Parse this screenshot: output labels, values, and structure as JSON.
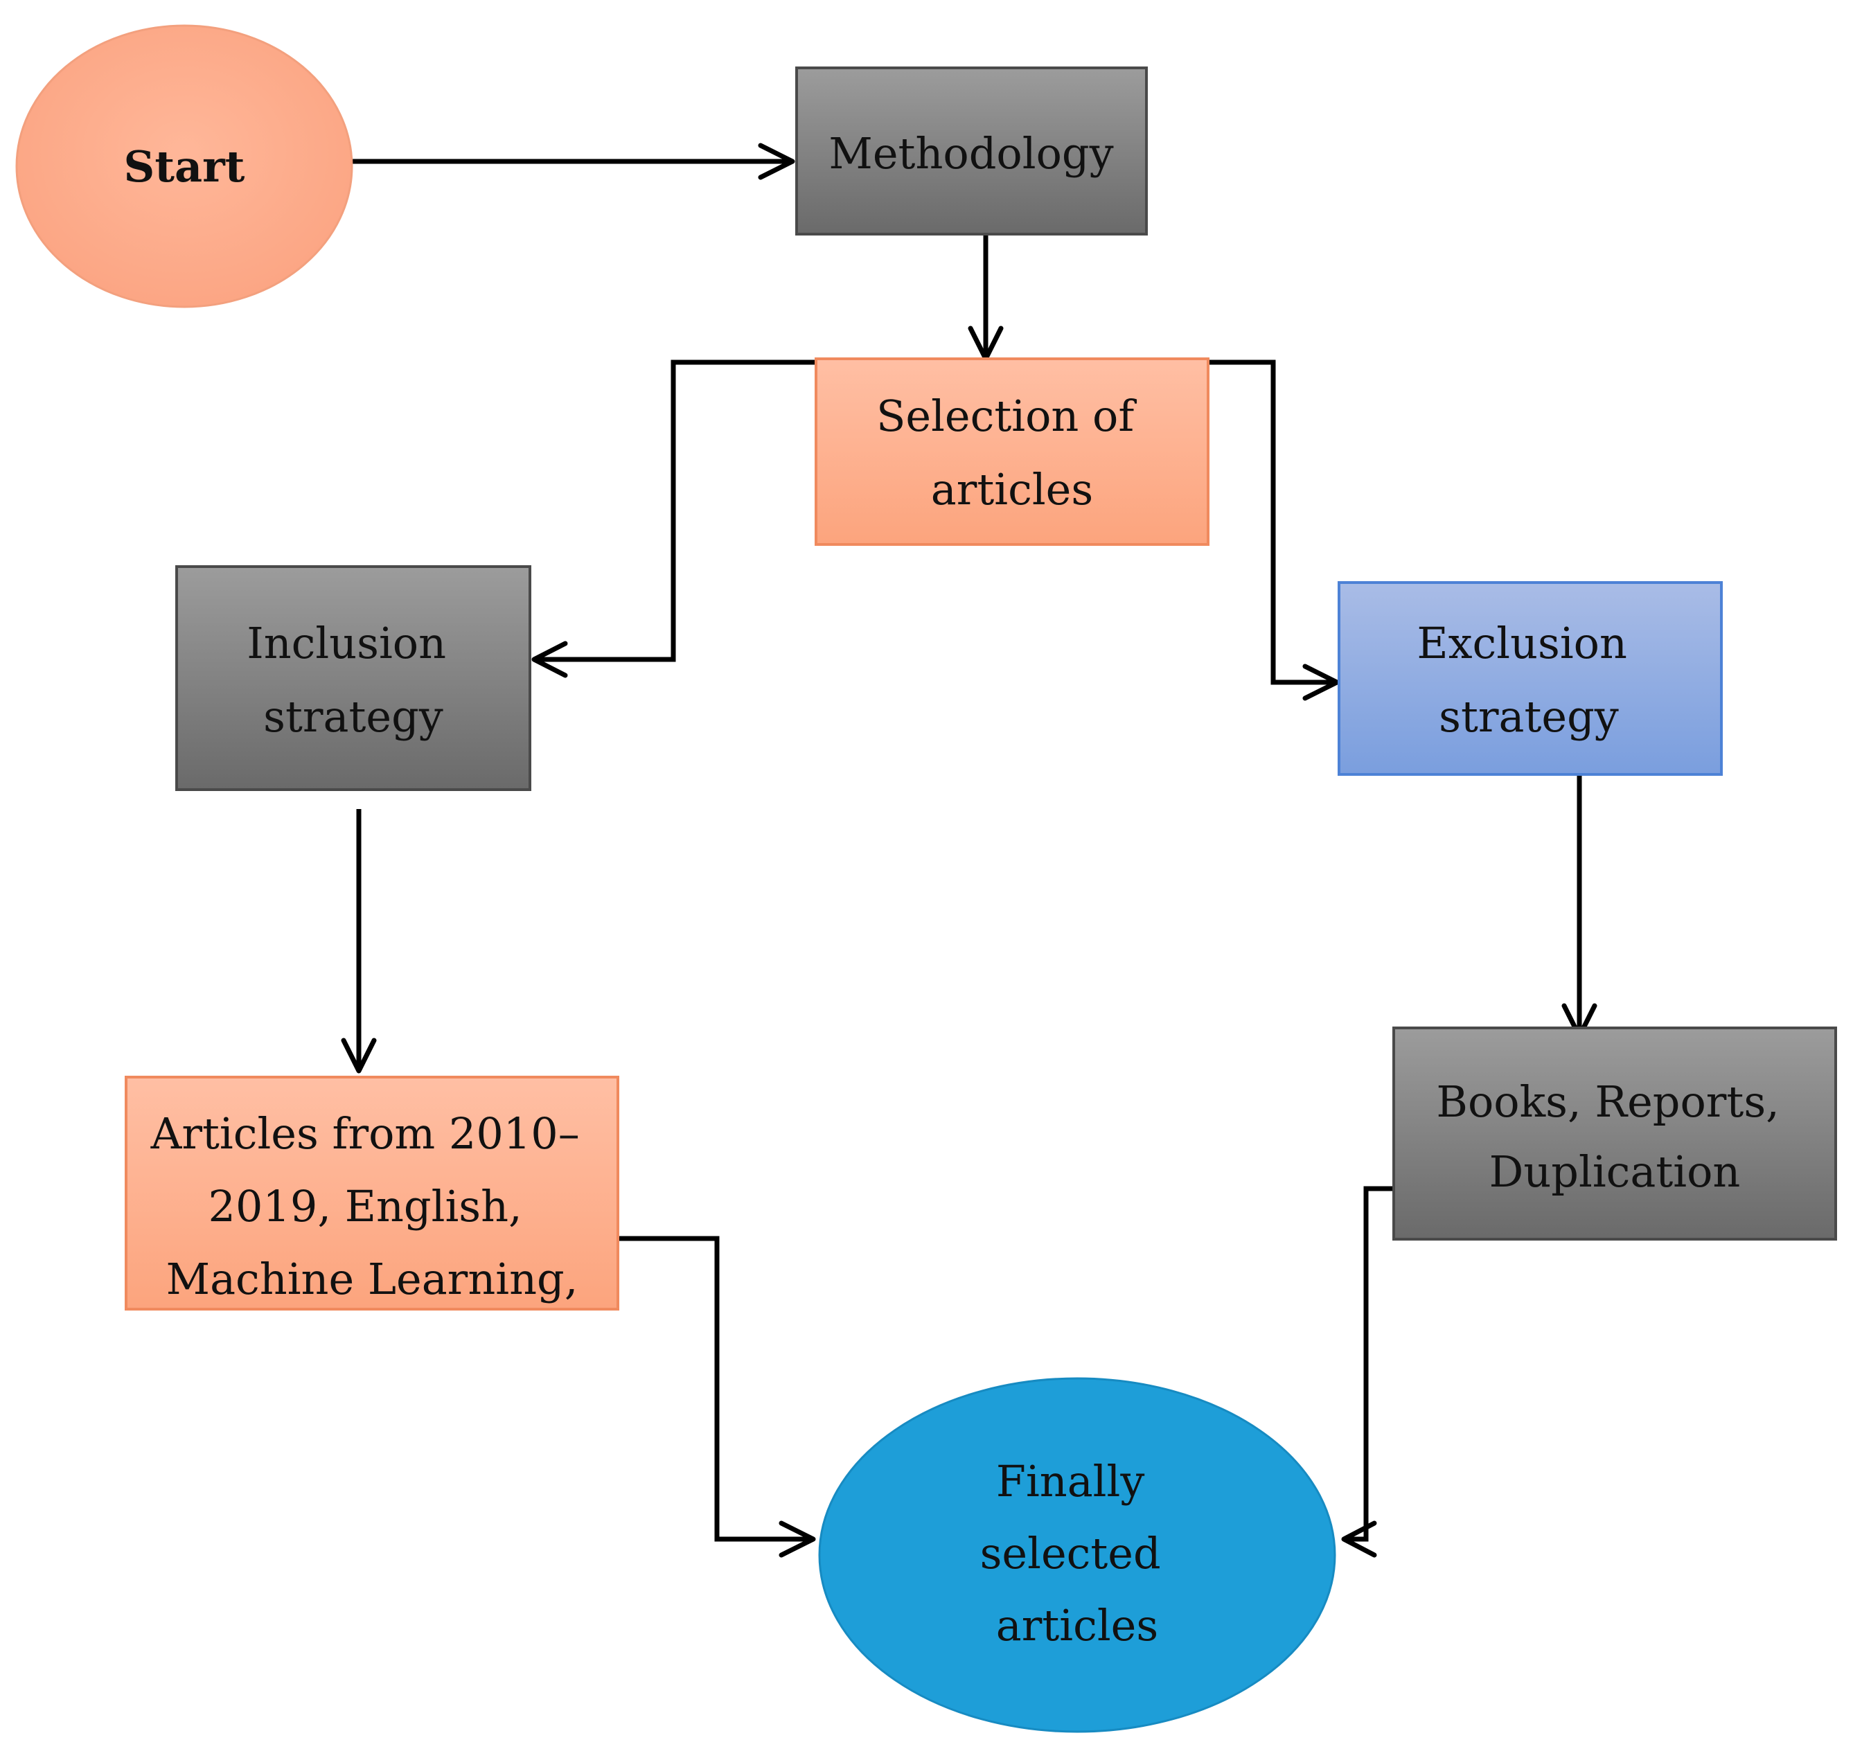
{
  "nodes": {
    "start": {
      "lines": [
        "Start"
      ]
    },
    "methodology": {
      "lines": [
        "Methodology"
      ]
    },
    "selection": {
      "lines": [
        "Selection of",
        "articles"
      ]
    },
    "inclusion": {
      "lines": [
        "Inclusion",
        "strategy"
      ]
    },
    "exclusion": {
      "lines": [
        "Exclusion",
        "strategy"
      ]
    },
    "inclusion_criteria": {
      "lines": [
        "Articles from 2010–",
        "2019, English,",
        "Machine Learning,"
      ]
    },
    "exclusion_criteria": {
      "lines": [
        "Books, Reports,",
        "Duplication"
      ]
    },
    "final": {
      "lines": [
        "Finally",
        "selected",
        "articles"
      ]
    }
  },
  "colors": {
    "salmon": "#fcaa88",
    "gray": "#7c7c7c",
    "blue": "#8eaadf",
    "final_blue": "#1e9ed8"
  }
}
